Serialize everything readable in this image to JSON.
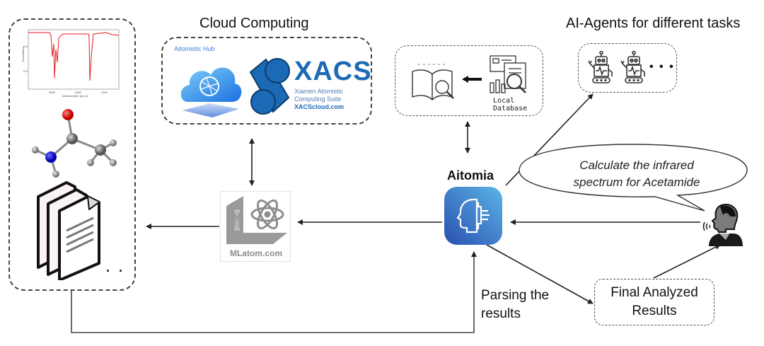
{
  "headings": {
    "cloud_computing": "Cloud Computing",
    "ai_agents": "AI-Agents for different tasks"
  },
  "results_panel": {
    "spectrum": {
      "x_axis_label": "Wavenumber (cm-1)",
      "y_axis_label": "Transmittance",
      "x_ticks": [
        "3000",
        "2000",
        "1000"
      ],
      "y_ticks": [
        "0.8",
        "0.6"
      ],
      "line_color": "#e8161b"
    },
    "molecule": {
      "name": "Acetamide",
      "atoms": [
        "O1",
        "C1",
        "C2",
        "N1",
        "H",
        "H",
        "H",
        "H",
        "H"
      ]
    },
    "files_ellipsis": ". ."
  },
  "cloud_box": {
    "aitomistic_hub_label": "Aitomistic Hub",
    "xacs_title": "XACS",
    "xacs_subtitle_line1": "Xiamen Atomistic",
    "xacs_subtitle_line2": "Computing  Suite",
    "xacs_url": "XACScloud.com",
    "brand_color": "#1c6ab5"
  },
  "database_box": {
    "label_line1": "Local",
    "label_line2": "Database"
  },
  "agents_box": {
    "ellipsis": "• • •"
  },
  "aitomia": {
    "title": "Aitomia",
    "gradient_start": "#2a4fb0",
    "gradient_end": "#5bb4e6"
  },
  "mlatom": {
    "label": "MLatom.com"
  },
  "speech_bubble": {
    "line1": "Calculate the infrared",
    "line2": "spectrum for Acetamide"
  },
  "parsing_label": {
    "line1": "Parsing the",
    "line2": "results"
  },
  "final_results": {
    "line1": "Final Analyzed",
    "line2": "Results"
  }
}
